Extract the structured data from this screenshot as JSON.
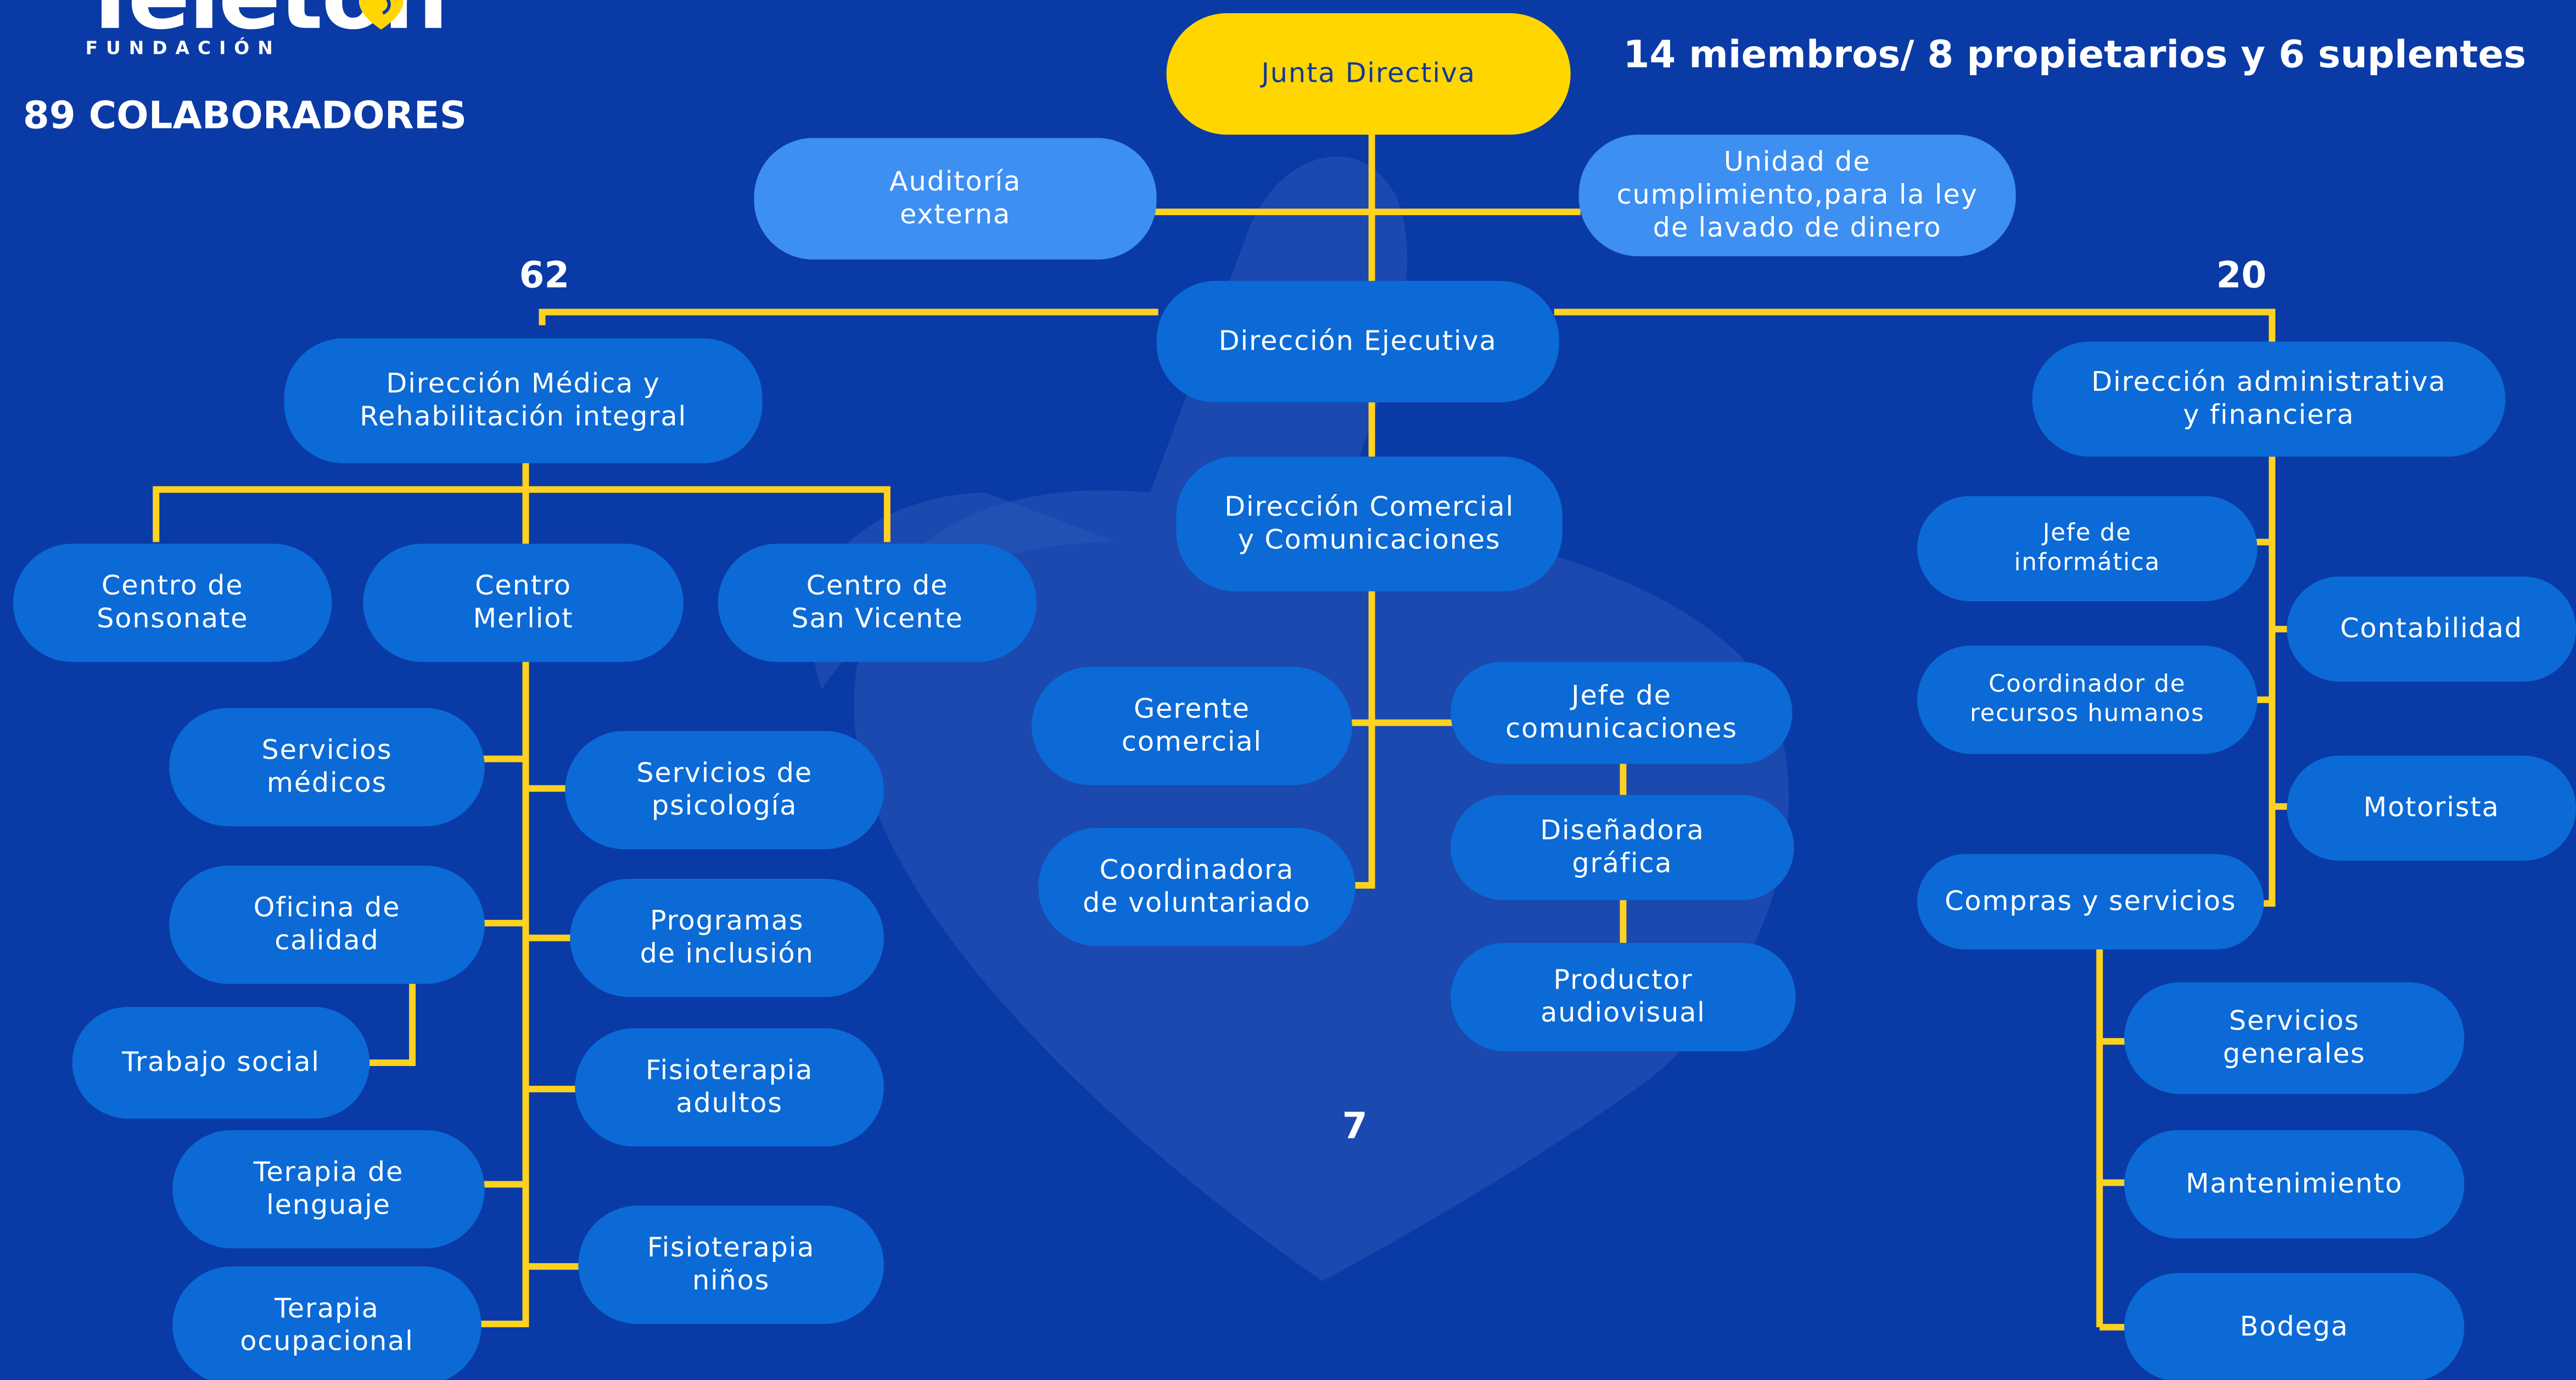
{
  "brand": {
    "name": "Teleton",
    "sub": "FUNDACIÓN",
    "colors": {
      "background": "#0a3aa6",
      "node": "#0b6ad6",
      "node_light": "#3d8ff2",
      "accent": "#ffd600",
      "connector": "#ffd21f"
    }
  },
  "headline": {
    "collaborators": "89 COLABORADORES",
    "board_members": "14 miembros/ 8 propietarios y 6 suplentes"
  },
  "counts": {
    "left": "62",
    "center": "7",
    "right": "20"
  },
  "nodes": {
    "junta": "Junta Directiva",
    "auditoria": "Auditoría\nexterna",
    "cumplimiento": "Unidad de\ncumplimiento,para la ley\nde lavado de dinero",
    "ejecutiva": "Dirección Ejecutiva",
    "medica": "Dirección Médica y\nRehabilitación integral",
    "comercial": "Dirección Comercial\ny Comunicaciones",
    "administrativa": "Dirección administrativa\ny financiera",
    "sonsonate": "Centro de\nSonsonate",
    "merliot": "Centro\nMerliot",
    "san_vicente": "Centro de\nSan Vicente",
    "servicios_medicos": "Servicios\nmédicos",
    "psicologia": "Servicios de\npsicología",
    "calidad": "Oficina de\ncalidad",
    "inclusion": "Programas\nde inclusión",
    "trabajo_social": "Trabajo social",
    "fisio_adultos": "Fisioterapia\nadultos",
    "lenguaje": "Terapia de\nlenguaje",
    "fisio_ninos": "Fisioterapia\nniños",
    "ocupacional": "Terapia\nocupacional",
    "gerente": "Gerente\ncomercial",
    "voluntariado": "Coordinadora\nde voluntariado",
    "jefe_com": "Jefe de\ncomunicaciones",
    "disenadora": "Diseñadora\ngráfica",
    "productor": "Productor\naudiovisual",
    "informatica": "Jefe de\ninformática",
    "rrhh": "Coordinador de\nrecursos humanos",
    "contabilidad": "Contabilidad",
    "motorista": "Motorista",
    "compras": "Compras y servicios",
    "servicios_generales": "Servicios\ngenerales",
    "mantenimiento": "Mantenimiento",
    "bodega": "Bodega"
  }
}
